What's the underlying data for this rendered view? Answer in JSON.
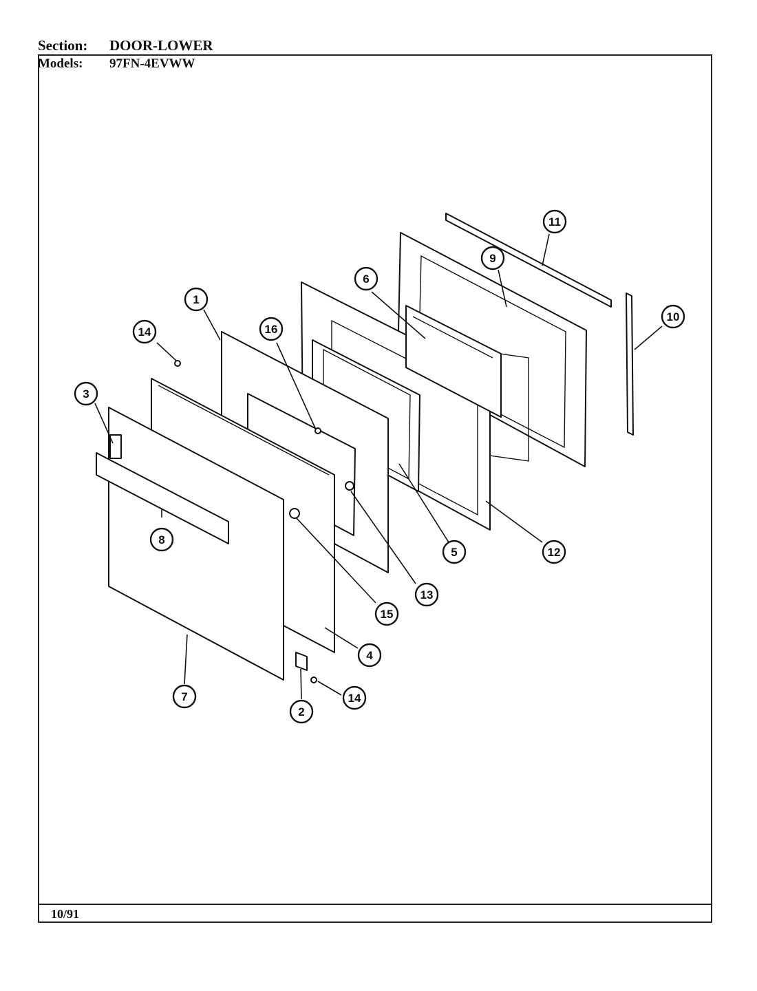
{
  "header": {
    "section_label": "Section:",
    "section_value": "DOOR-LOWER",
    "models_label": "Models:",
    "models_value": "97FN-4EVWW"
  },
  "footer": {
    "date": "10/91"
  },
  "callouts": [
    {
      "id": "c1",
      "label": "1"
    },
    {
      "id": "c2",
      "label": "2"
    },
    {
      "id": "c3",
      "label": "3"
    },
    {
      "id": "c4",
      "label": "4"
    },
    {
      "id": "c5",
      "label": "5"
    },
    {
      "id": "c6",
      "label": "6"
    },
    {
      "id": "c7",
      "label": "7"
    },
    {
      "id": "c8",
      "label": "8"
    },
    {
      "id": "c9",
      "label": "9"
    },
    {
      "id": "c10",
      "label": "10"
    },
    {
      "id": "c11",
      "label": "11"
    },
    {
      "id": "c12",
      "label": "12"
    },
    {
      "id": "c13",
      "label": "13"
    },
    {
      "id": "c14a",
      "label": "14"
    },
    {
      "id": "c14b",
      "label": "14"
    },
    {
      "id": "c15",
      "label": "15"
    },
    {
      "id": "c16",
      "label": "16"
    }
  ]
}
